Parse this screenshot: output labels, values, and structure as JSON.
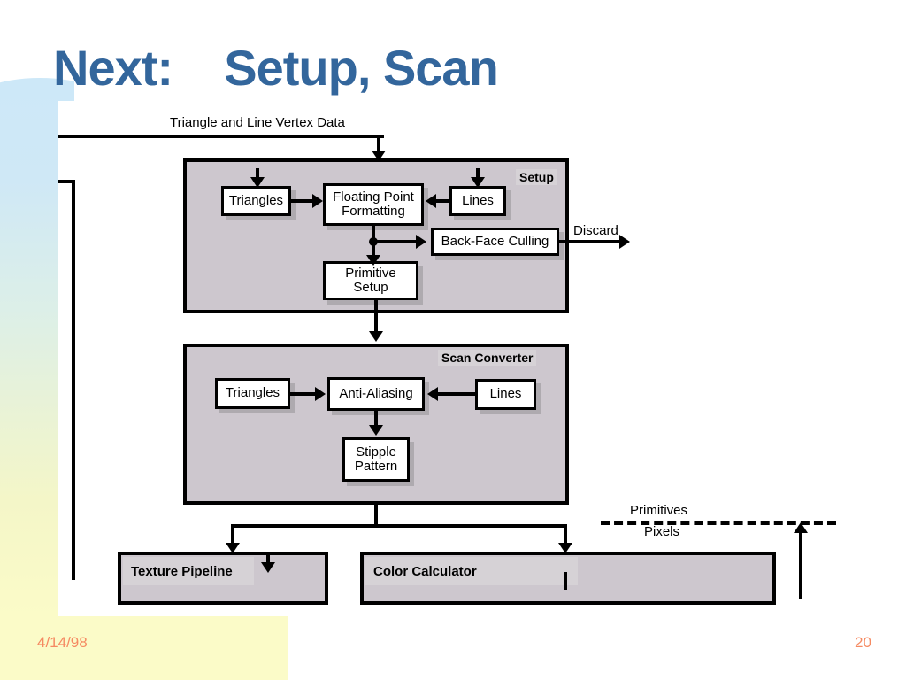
{
  "slide": {
    "title": "Next:    Setup, Scan",
    "title_color": "#33669c",
    "footer": {
      "date": "4/14/98",
      "page_number": "20",
      "color": "#f58a62"
    },
    "decoration": {
      "strip_gradient_top": "#cde8f8",
      "strip_gradient_bottom": "#fbfbc8",
      "footer_block_color": "#fbfbc8"
    }
  },
  "diagram": {
    "input_label": "Triangle and Line Vertex Data",
    "discard_label": "Discard",
    "boundary": {
      "above_label": "Primitives",
      "below_label": "Pixels"
    },
    "panel_fill": "#cdc7ce",
    "panels": [
      {
        "id": "setup",
        "label": "Setup",
        "nodes": [
          {
            "id": "setup-triangles",
            "label": "Triangles"
          },
          {
            "id": "setup-floating-point-formatting",
            "label": "Floating Point\nFormatting"
          },
          {
            "id": "setup-lines",
            "label": "Lines"
          },
          {
            "id": "setup-back-face-culling",
            "label": "Back-Face Culling"
          },
          {
            "id": "setup-primitive-setup",
            "label": "Primitive\nSetup"
          }
        ]
      },
      {
        "id": "scan-converter",
        "label": "Scan Converter",
        "nodes": [
          {
            "id": "scan-triangles",
            "label": "Triangles"
          },
          {
            "id": "scan-anti-aliasing",
            "label": "Anti-Aliasing"
          },
          {
            "id": "scan-lines",
            "label": "Lines"
          },
          {
            "id": "scan-stipple-pattern",
            "label": "Stipple\nPattern"
          }
        ]
      },
      {
        "id": "texture-pipeline",
        "label": "Texture Pipeline",
        "nodes": []
      },
      {
        "id": "color-calculator",
        "label": "Color Calculator",
        "nodes": []
      }
    ]
  }
}
